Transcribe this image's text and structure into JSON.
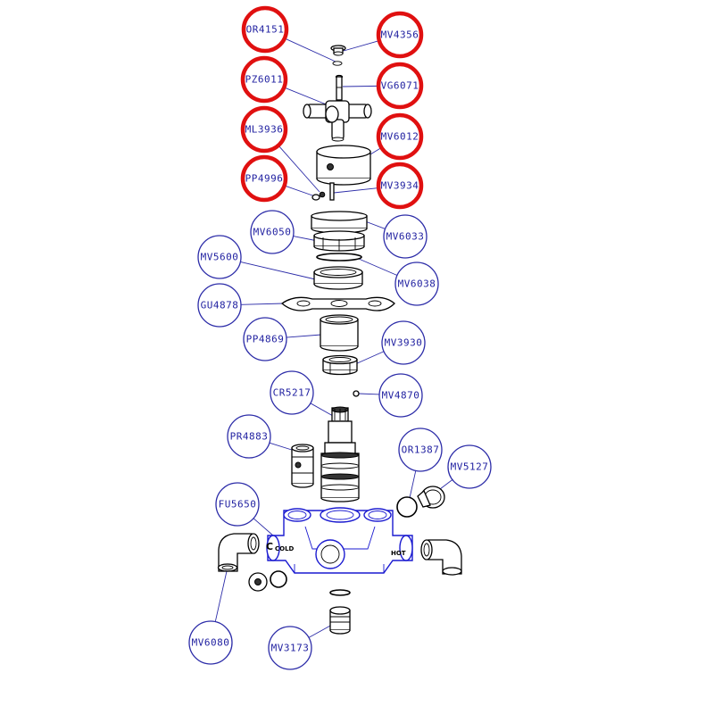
{
  "callouts": [
    {
      "id": "OR4151",
      "highlight": true
    },
    {
      "id": "MV4356",
      "highlight": true
    },
    {
      "id": "PZ6011",
      "highlight": true
    },
    {
      "id": "VG6071",
      "highlight": true
    },
    {
      "id": "ML3936",
      "highlight": true
    },
    {
      "id": "MV6012",
      "highlight": true
    },
    {
      "id": "PP4996",
      "highlight": true
    },
    {
      "id": "MV3934",
      "highlight": true
    },
    {
      "id": "MV6050",
      "highlight": false
    },
    {
      "id": "MV6033",
      "highlight": false
    },
    {
      "id": "MV5600",
      "highlight": false
    },
    {
      "id": "MV6038",
      "highlight": false
    },
    {
      "id": "GU4878",
      "highlight": false
    },
    {
      "id": "PP4869",
      "highlight": false
    },
    {
      "id": "MV3930",
      "highlight": false
    },
    {
      "id": "CR5217",
      "highlight": false
    },
    {
      "id": "MV4870",
      "highlight": false
    },
    {
      "id": "PR4883",
      "highlight": false
    },
    {
      "id": "OR1387",
      "highlight": false
    },
    {
      "id": "MV5127",
      "highlight": false
    },
    {
      "id": "FU5650",
      "highlight": false
    },
    {
      "id": "MV6080",
      "highlight": false
    },
    {
      "id": "MV3173",
      "highlight": false
    }
  ],
  "body_markings": {
    "cold": "COLD",
    "hot": "HOT",
    "cold_letter": "C"
  },
  "colors": {
    "callout": "#2c2ca8",
    "highlight": "#e01010",
    "valve_body": "#1a1ad0"
  }
}
